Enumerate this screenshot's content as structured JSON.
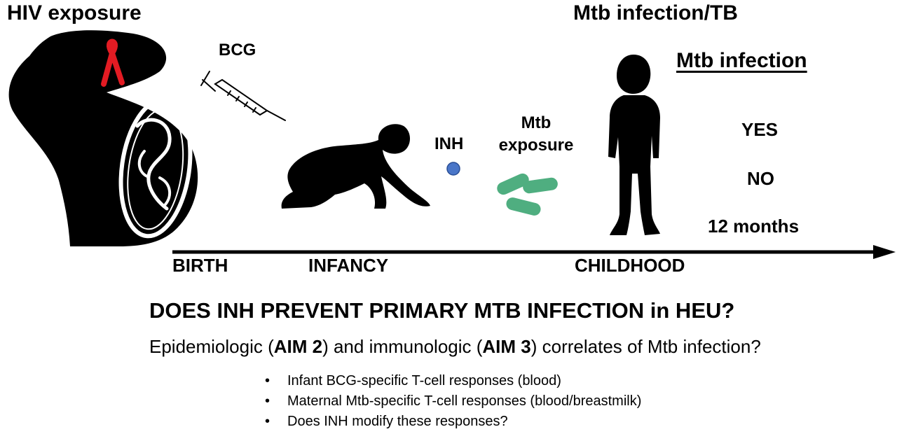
{
  "colors": {
    "silhouette": "#000000",
    "ribbon": "#e31b23",
    "inh_dot": "#4a76c8",
    "bacteria": "#4fae80"
  },
  "labels": {
    "hiv_exposure": "HIV exposure",
    "bcg": "BCG",
    "mtb_infection_tb": "Mtb infection/TB",
    "mtb_infection": "Mtb infection",
    "inh": "INH",
    "mtb_exposure_line1": "Mtb",
    "mtb_exposure_line2": "exposure",
    "yes": "YES",
    "no": "NO",
    "twelve_months": "12 months"
  },
  "timeline": {
    "birth": "BIRTH",
    "infancy": "INFANCY",
    "childhood": "CHILDHOOD"
  },
  "question": "DOES INH PREVENT PRIMARY MTB INFECTION in HEU?",
  "aims": {
    "part1": "Epidemiologic (",
    "aim2": "AIM 2",
    "part2": ") and immunologic (",
    "aim3": "AIM 3",
    "part3": ") correlates of Mtb infection?"
  },
  "bullets": {
    "marker": "•",
    "items": [
      "Infant BCG-specific T-cell responses (blood)",
      "Maternal Mtb-specific T-cell responses (blood/breastmilk)",
      "Does INH modify these responses?"
    ]
  }
}
